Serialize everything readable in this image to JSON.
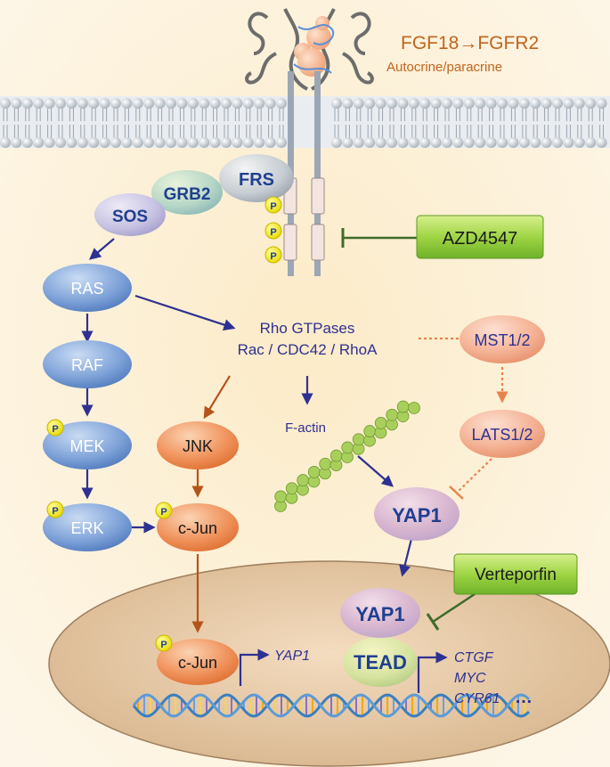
{
  "ligand": {
    "title": "FGF18→FGFR2",
    "subtitle": "Autocrine/paracrine"
  },
  "adaptors": {
    "frs": "FRS",
    "grb2": "GRB2",
    "sos": "SOS"
  },
  "phospho_label": "P",
  "inhibitors": {
    "azd": "AZD4547",
    "verteporfin": "Verteporfin"
  },
  "mapk": {
    "ras": "RAS",
    "raf": "RAF",
    "mek": "MEK",
    "erk": "ERK"
  },
  "rho": {
    "line1": "Rho GTPases",
    "line2": "Rac / CDC42 / RhoA"
  },
  "hippo": {
    "mst": "MST1/2",
    "lats": "LATS1/2"
  },
  "jnk": {
    "jnk": "JNK",
    "cjun": "c-Jun",
    "cjun_nuclear": "c-Jun"
  },
  "factin": "F-actin",
  "yap": {
    "cyto": "YAP1",
    "nuclear": "YAP1",
    "tead": "TEAD"
  },
  "targets": {
    "yap1_gene": "YAP1",
    "ctgf": "CTGF",
    "myc": "MYC",
    "cyr61": "CYR61",
    "ellipsis": "…"
  },
  "colors": {
    "background": "#fdf3dc",
    "mapk_blue": "#4a74b8",
    "orange": "#e8834e",
    "salmon": "#f3a98b",
    "arrow_blue": "#2e3192",
    "arrow_brown": "#b5541a",
    "inhibit_orange": "#e8834e",
    "inhibit_green": "#3e6b2a",
    "green_box": "#8ccd3a",
    "ligand_text": "#c0651d"
  }
}
